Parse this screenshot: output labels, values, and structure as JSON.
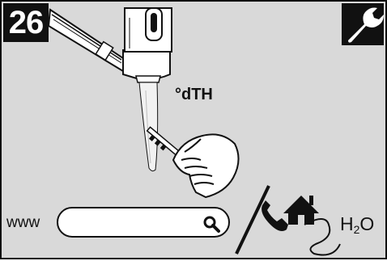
{
  "step": {
    "number": "26"
  },
  "measurement": {
    "unit": "°dTH"
  },
  "contact": {
    "web_prefix": "www",
    "search_placeholder": "",
    "water_base": "H",
    "water_sub": "2",
    "water_tail": "O"
  },
  "icons": {
    "tools": "wrench-icon",
    "search": "search-icon",
    "phone": "phone-icon",
    "home": "home-icon"
  },
  "colors": {
    "panel_background": "#d9d9d9",
    "ink": "#111111",
    "water": "#f2f2f2"
  }
}
